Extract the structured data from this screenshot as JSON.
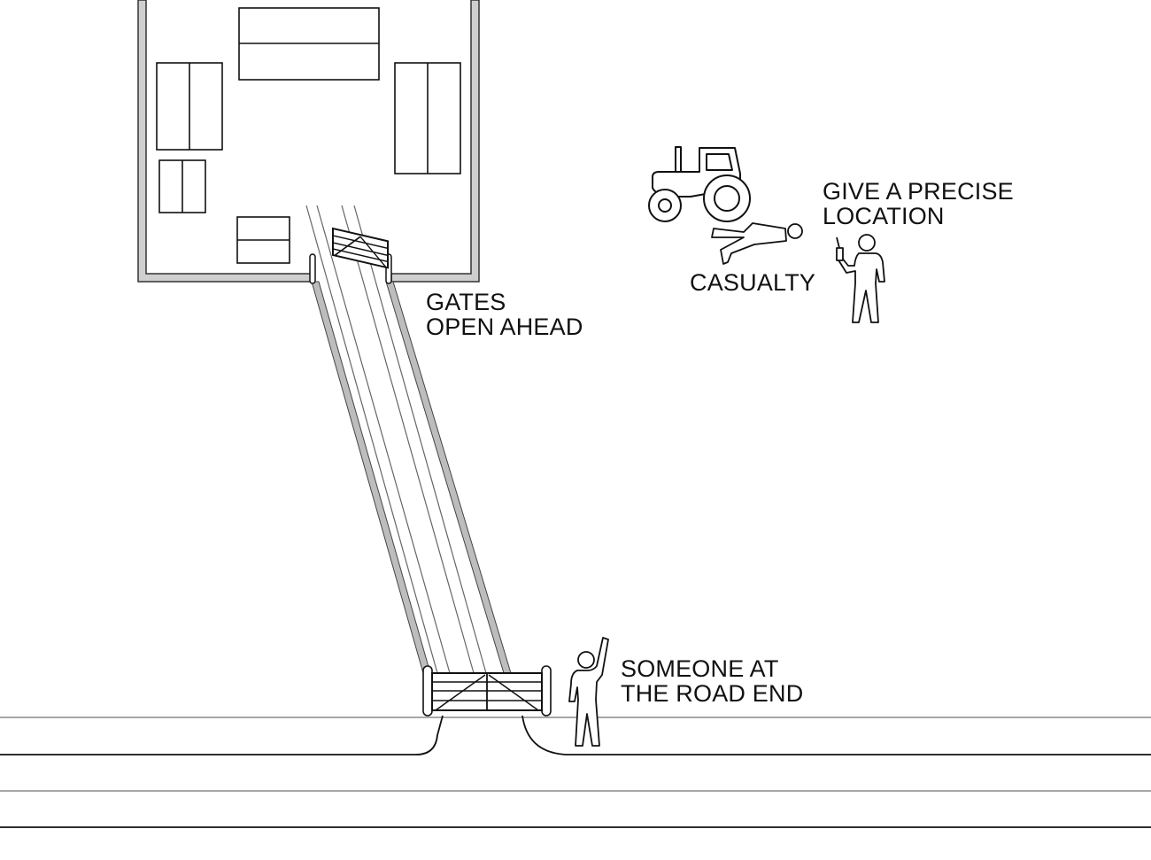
{
  "labels": {
    "gates": [
      "GATES",
      "OPEN AHEAD"
    ],
    "casualty": "CASUALTY",
    "location": [
      "GIVE A PRECISE",
      "LOCATION"
    ],
    "road_end": [
      "SOMEONE AT",
      "THE ROAD END"
    ]
  },
  "colors": {
    "ink": "#111111",
    "wall_fill": "#cfcfcf",
    "track": "#555555",
    "road_line": "#8a8a8a"
  },
  "icons": [
    "farmyard-buildings",
    "farm-gate",
    "tractor",
    "casualty-figure",
    "person-with-radio",
    "person-waving"
  ]
}
